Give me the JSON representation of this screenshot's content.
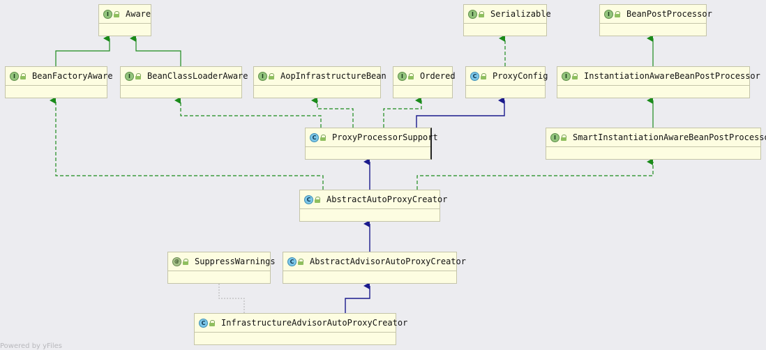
{
  "nodes": {
    "aware": {
      "label": "Aware",
      "kind": "interface",
      "icon": "interface-icon"
    },
    "serializable": {
      "label": "Serializable",
      "kind": "interface",
      "icon": "interface-icon"
    },
    "bean_post_processor": {
      "label": "BeanPostProcessor",
      "kind": "interface",
      "icon": "interface-icon"
    },
    "bean_factory_aware": {
      "label": "BeanFactoryAware",
      "kind": "interface",
      "icon": "interface-icon"
    },
    "bean_class_loader_aware": {
      "label": "BeanClassLoaderAware",
      "kind": "interface",
      "icon": "interface-icon"
    },
    "aop_infrastructure_bean": {
      "label": "AopInfrastructureBean",
      "kind": "interface",
      "icon": "interface-icon"
    },
    "ordered": {
      "label": "Ordered",
      "kind": "interface",
      "icon": "interface-icon"
    },
    "proxy_config": {
      "label": "ProxyConfig",
      "kind": "class",
      "icon": "class-icon"
    },
    "instantiation_aware_bpp": {
      "label": "InstantiationAwareBeanPostProcessor",
      "kind": "interface",
      "icon": "interface-icon"
    },
    "proxy_processor_support": {
      "label": "ProxyProcessorSupport",
      "kind": "class",
      "icon": "class-icon"
    },
    "smart_instantiation_aware_bpp": {
      "label": "SmartInstantiationAwareBeanPostProcessor",
      "kind": "interface",
      "icon": "interface-icon"
    },
    "abstract_auto_proxy_creator": {
      "label": "AbstractAutoProxyCreator",
      "kind": "abstract-class",
      "icon": "abstract-class-icon"
    },
    "suppress_warnings": {
      "label": "SuppressWarnings",
      "kind": "annotation",
      "icon": "annotation-icon"
    },
    "abstract_advisor_auto_proxy_creator": {
      "label": "AbstractAdvisorAutoProxyCreator",
      "kind": "abstract-class",
      "icon": "abstract-class-icon"
    },
    "infrastructure_advisor_auto_proxy_creator": {
      "label": "InfrastructureAdvisorAutoProxyCreator",
      "kind": "class",
      "icon": "class-icon"
    }
  },
  "badges": {
    "interface": "I",
    "class": "C",
    "abstract-class": "C",
    "annotation": "@"
  },
  "edges": [
    {
      "from": "bean_factory_aware",
      "to": "aware",
      "type": "extends"
    },
    {
      "from": "bean_class_loader_aware",
      "to": "aware",
      "type": "extends"
    },
    {
      "from": "proxy_config",
      "to": "serializable",
      "type": "implements"
    },
    {
      "from": "instantiation_aware_bpp",
      "to": "bean_post_processor",
      "type": "extends"
    },
    {
      "from": "smart_instantiation_aware_bpp",
      "to": "instantiation_aware_bpp",
      "type": "extends"
    },
    {
      "from": "proxy_processor_support",
      "to": "bean_class_loader_aware",
      "type": "implements"
    },
    {
      "from": "proxy_processor_support",
      "to": "aop_infrastructure_bean",
      "type": "implements"
    },
    {
      "from": "proxy_processor_support",
      "to": "ordered",
      "type": "implements"
    },
    {
      "from": "proxy_processor_support",
      "to": "proxy_config",
      "type": "class-extends"
    },
    {
      "from": "abstract_auto_proxy_creator",
      "to": "proxy_processor_support",
      "type": "class-extends"
    },
    {
      "from": "abstract_auto_proxy_creator",
      "to": "bean_factory_aware",
      "type": "implements"
    },
    {
      "from": "abstract_auto_proxy_creator",
      "to": "smart_instantiation_aware_bpp",
      "type": "implements"
    },
    {
      "from": "abstract_advisor_auto_proxy_creator",
      "to": "abstract_auto_proxy_creator",
      "type": "class-extends"
    },
    {
      "from": "infrastructure_advisor_auto_proxy_creator",
      "to": "abstract_advisor_auto_proxy_creator",
      "type": "class-extends"
    },
    {
      "from": "infrastructure_advisor_auto_proxy_creator",
      "to": "suppress_warnings",
      "type": "annotated-with"
    }
  ],
  "colors": {
    "interface_edge": "#1a8a1a",
    "class_edge": "#1a1a8c",
    "annotation_edge": "#b0b0b0",
    "node_fill": "#fdfde1",
    "background": "#ececf0"
  },
  "watermark": "Powered by yFiles"
}
